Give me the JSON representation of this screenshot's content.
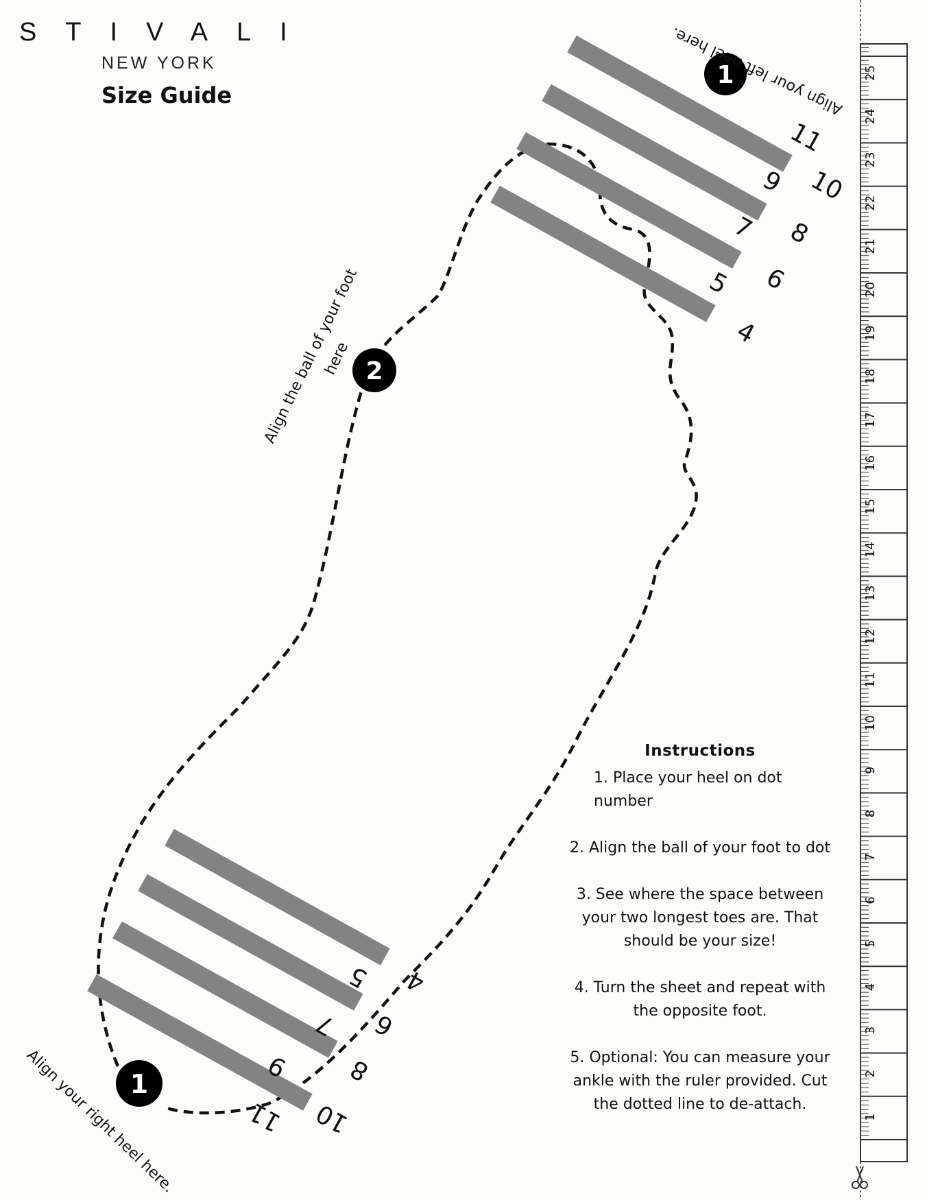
{
  "brand": {
    "name": "STIVALI",
    "subtitle": "NEW YORK",
    "title": "Size Guide"
  },
  "labels": {
    "left_heel": "Align your left heel here.",
    "right_heel": "Align your right heel here.",
    "ball": "Align the ball of your foot",
    "ball_2": "here",
    "dot_heel": "1",
    "dot_ball": "2"
  },
  "sizes_top": [
    "4",
    "5",
    "6",
    "7",
    "8",
    "9",
    "10",
    "11"
  ],
  "sizes_bottom": [
    "4",
    "5",
    "6",
    "7",
    "8",
    "9",
    "10",
    "11"
  ],
  "instructions": {
    "heading": "Instructions",
    "steps": [
      "1. Place  your heel on  dot number",
      "2. Align the ball of your foot to dot",
      "3. See where the space between your two longest toes are. That should be your size!",
      "4. Turn the sheet and repeat with the opposite foot.",
      "5. Optional: You can measure your ankle with the ruler provided. Cut the dotted line to de-attach."
    ]
  },
  "ruler": {
    "numbers": [
      "1",
      "2",
      "3",
      "4",
      "5",
      "6",
      "7",
      "8",
      "9",
      "10",
      "11",
      "12",
      "13",
      "14",
      "15",
      "16",
      "17",
      "18",
      "19",
      "20",
      "21",
      "22",
      "23",
      "24",
      "25"
    ],
    "scissors_icon": "scissors-icon"
  },
  "colors": {
    "bar": "#838383",
    "ink": "#111111",
    "paper": "#fcfcfb"
  }
}
